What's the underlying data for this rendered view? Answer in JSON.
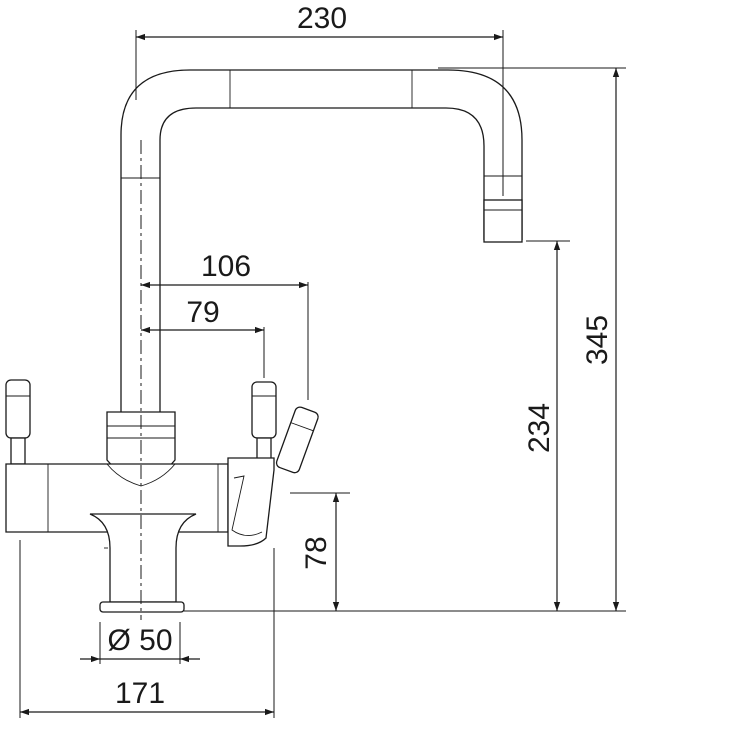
{
  "dimensions": {
    "spout_reach": "230",
    "total_height": "345",
    "spout_outlet_height": "234",
    "lever_reach": "106",
    "handle_reach": "79",
    "lever_height": "78",
    "base_diameter": "Ø 50",
    "overall_width": "171"
  }
}
